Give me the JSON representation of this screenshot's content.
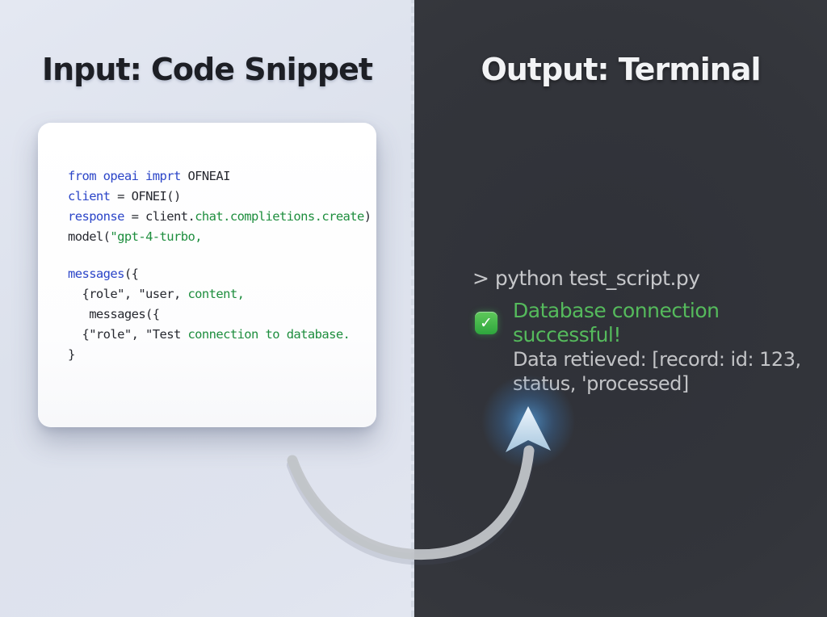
{
  "input_panel": {
    "heading": "Input: Code Snippet",
    "code_lines": [
      [
        {
          "t": "from opeai imprt ",
          "c": "blue"
        },
        {
          "t": "OFNEAI",
          "c": "dark"
        }
      ],
      [
        {
          "t": "client",
          "c": "blue"
        },
        {
          "t": " = OFNEI()",
          "c": "dark"
        }
      ],
      [
        {
          "t": "response",
          "c": "blue"
        },
        {
          "t": " = client.",
          "c": "dark"
        },
        {
          "t": "chat.complietions.create",
          "c": "green"
        },
        {
          "t": ")",
          "c": "dark"
        }
      ],
      [
        {
          "t": "model(",
          "c": "dark"
        },
        {
          "t": "\"gpt-4-turbo,",
          "c": "green"
        }
      ],
      [],
      [
        {
          "t": "messages",
          "c": "blue"
        },
        {
          "t": "({",
          "c": "dark"
        }
      ],
      [
        {
          "t": "  {role\", \"user, ",
          "c": "dark"
        },
        {
          "t": "content,",
          "c": "green"
        }
      ],
      [
        {
          "t": "   messages({",
          "c": "dark"
        }
      ],
      [
        {
          "t": "  {\"role\", \"Test ",
          "c": "dark"
        },
        {
          "t": "connection to database.",
          "c": "green"
        }
      ],
      [
        {
          "t": "}",
          "c": "dark"
        }
      ]
    ]
  },
  "output_panel": {
    "heading": "Output: Terminal",
    "terminal": {
      "command": "> python test_script.py",
      "check_glyph": "✓",
      "success_message": "Database connection successful!",
      "result_line_1": "Data retieved:  [record: id:  123,",
      "result_line_2": "status, 'processed]"
    }
  },
  "colors": {
    "left_background": "#dee3ed",
    "right_background": "#35373d",
    "code_keyword_blue": "#2b45c8",
    "code_string_green": "#1e8e3e",
    "code_text_dark": "#272930",
    "terminal_text_gray": "#c6c7ca",
    "success_green": "#55ba5c",
    "check_badge_green": "#3cb043",
    "arrow_gray": "#c1c4c8",
    "arrowhead_blue": "#bcd9f2",
    "glow_blue": "#4f9fe3"
  }
}
